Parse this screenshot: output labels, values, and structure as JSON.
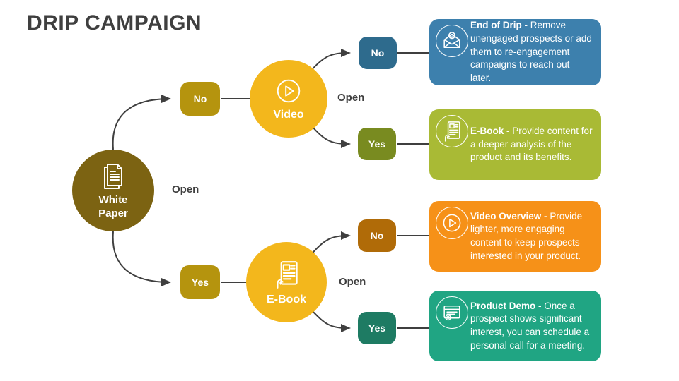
{
  "title": "DRIP CAMPAIGN",
  "colors": {
    "title_text": "#3f3f3f",
    "connector": "#3f3f3f",
    "white_paper_node": "#7c6312",
    "olive_box": "#b5940e",
    "yellow_node": "#f3b71c",
    "teal_blue_box": "#2e6b8d",
    "blue_card": "#3d80ad",
    "olive_green_box": "#798b20",
    "green_card": "#a9ba35",
    "orange_brown_box": "#b06b08",
    "orange_card": "#f69118",
    "teal_dark_box": "#1e7b63",
    "teal_card": "#20a583"
  },
  "nodes": {
    "white_paper": {
      "label": "White Paper",
      "icon": "document-icon"
    },
    "video": {
      "label": "Video",
      "icon": "play-icon"
    },
    "ebook": {
      "label": "E-Book",
      "icon": "ebook-icon"
    }
  },
  "open_labels": {
    "white_paper": "Open",
    "video": "Open",
    "ebook": "Open"
  },
  "decisions": [
    {
      "label": "No"
    },
    {
      "label": "Yes"
    },
    {
      "label": "No"
    },
    {
      "label": "Yes"
    },
    {
      "label": "No"
    },
    {
      "label": "Yes"
    }
  ],
  "cards": [
    {
      "lead": "End of Drip - ",
      "body": "Remove unengaged prospects or add them to re-engagement campaigns to reach out later.",
      "icon": "envelope-at-icon"
    },
    {
      "lead": "E-Book - ",
      "body": "Provide content for a deeper analysis of the product and its benefits.",
      "icon": "ebook-icon"
    },
    {
      "lead": "Video Overview - ",
      "body": "Provide lighter, more engaging content to keep prospects interested in your product.",
      "icon": "play-icon"
    },
    {
      "lead": "Product Demo - ",
      "body": "Once a prospect shows significant interest, you can schedule a personal call for a meeting.",
      "icon": "demo-window-icon"
    }
  ]
}
